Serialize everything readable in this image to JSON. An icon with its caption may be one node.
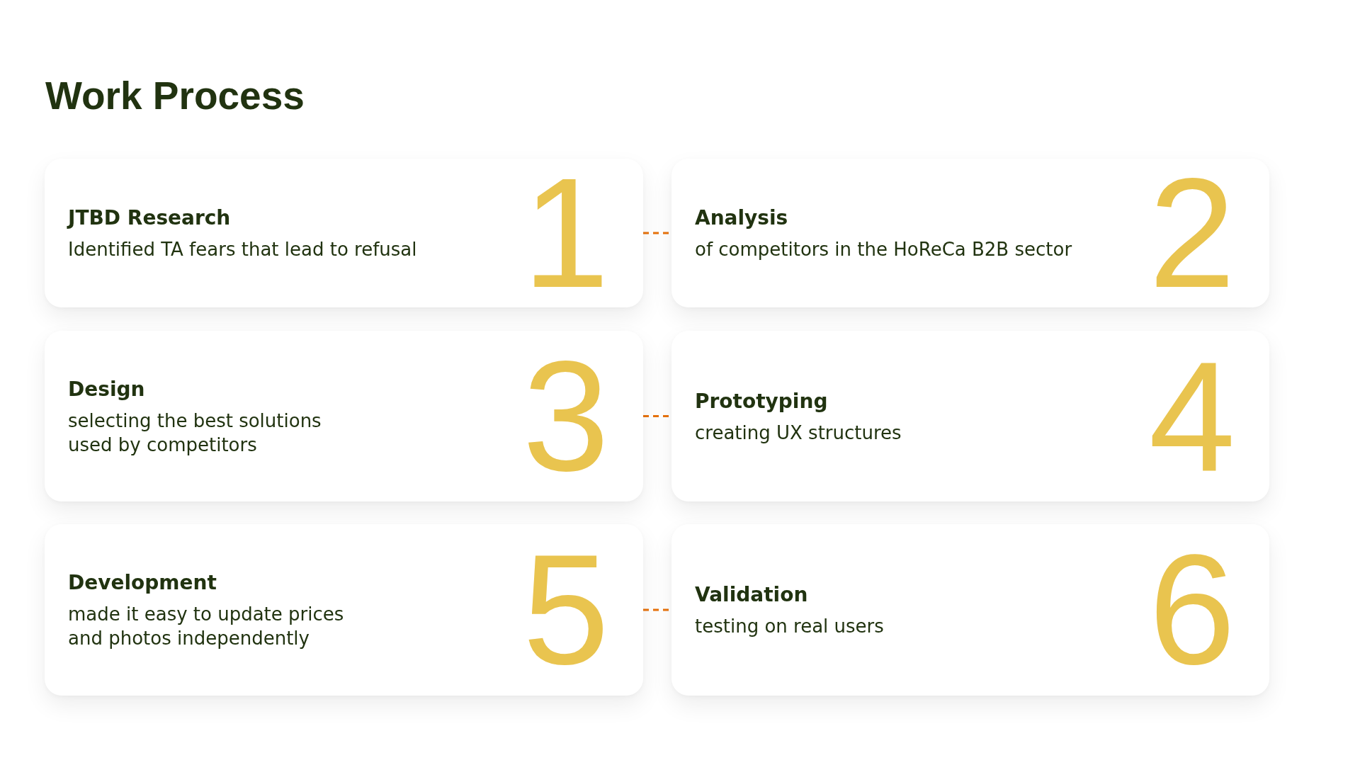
{
  "diagram": {
    "title": "Work Process",
    "nodes": [
      {
        "text": [
          "JTBD Research",
          "Identified TA fears that lead to refusal",
          "1"
        ]
      },
      {
        "text": [
          "Analysis",
          "of competitors in the HoReCa B2B sector",
          "2"
        ]
      },
      {
        "text": [
          "Design",
          "selecting the best solutions used by competitors",
          "3"
        ]
      },
      {
        "text": [
          "Prototyping",
          "creating UX structures",
          "4"
        ]
      },
      {
        "text": [
          "Development",
          "made it easy to update prices and photos independently",
          "5"
        ]
      },
      {
        "text": [
          "Validation",
          "testing on real users",
          "6"
        ]
      }
    ],
    "edges": [
      {
        "from": 0,
        "to": 1,
        "arrow": "none",
        "style": "dashed"
      },
      {
        "from": 2,
        "to": 3,
        "arrow": "none",
        "style": "dashed"
      },
      {
        "from": 4,
        "to": 5,
        "arrow": "none",
        "style": "dashed"
      }
    ]
  }
}
